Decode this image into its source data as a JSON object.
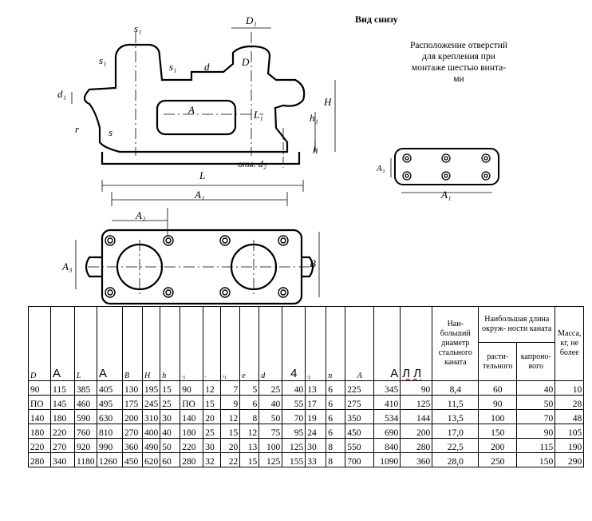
{
  "title_view": "Вид снизу",
  "caption_lines": [
    "Расположение отверстий",
    "для крепления при",
    "монтаже шестью винта-",
    "ми"
  ],
  "drawing_labels": {
    "s1_a": "s₁",
    "s1_b": "s₁",
    "s1_c": "s₁",
    "D1": "D₁",
    "D": "D",
    "d": "d",
    "d1": "d₁",
    "A": "A",
    "L1": "L₁",
    "H": "H",
    "h1": "h₁",
    "h": "h",
    "r": "r",
    "s": "s",
    "otv": "отв. d₂",
    "L": "L",
    "A1_top": "A₁",
    "A2": "A₂",
    "A3_left": "A₃",
    "B": "B",
    "A3_right": "A₃",
    "A1_right": "A₁"
  },
  "table": {
    "headers": {
      "D": "D",
      "A_big": "А",
      "L": "L",
      "A1": "А",
      "B": "В",
      "H": "Н",
      "h": "h",
      "c8": "ˢ1",
      "c9": "ˢ",
      "c10": "ʰ1",
      "e": "e",
      "d": "d",
      "c13": "4",
      "c14": "ˢ2",
      "n": "n",
      "A": "A",
      "AL": "А",
      "LL": "Л Л",
      "max_diam": "Наи- больший диаметр стального каната",
      "max_len": "Наибольшая длина окруж- ности каната",
      "plant": "расти- тельного",
      "kapron": "капроно- вого",
      "mass": "Масса, кг, не более"
    },
    "rows": [
      [
        "90",
        "115",
        "385",
        "405",
        "130",
        "195",
        "15",
        "90",
        "12",
        "7",
        "5",
        "25",
        "40",
        "13",
        "6",
        "225",
        "345",
        "90",
        "8,4",
        "60",
        "40",
        "10"
      ],
      [
        "ПО",
        "145",
        "460",
        "495",
        "175",
        "245",
        "25",
        "ПО",
        "15",
        "9",
        "6",
        "40",
        "55",
        "17",
        "6",
        "275",
        "410",
        "125",
        "11,5",
        "90",
        "50",
        "28"
      ],
      [
        "140",
        "180",
        "590",
        "630",
        "200",
        "310",
        "30",
        "140",
        "20",
        "12",
        "8",
        "50",
        "70",
        "19",
        "6",
        "350",
        "534",
        "144",
        "13,5",
        "100",
        "70",
        "48"
      ],
      [
        "180",
        "220",
        "760",
        "810",
        "270",
        "400",
        "40",
        "180",
        "25",
        "15",
        "12",
        "75",
        "95",
        "24",
        "6",
        "450",
        "690",
        "200",
        "17,0",
        "150",
        "90",
        "105"
      ],
      [
        "220",
        "270",
        "920",
        "990",
        "360",
        "490",
        "50",
        "220",
        "30",
        "20",
        "13",
        "100",
        "125",
        "30",
        "8",
        "550",
        "840",
        "280",
        "22,5",
        "200",
        "115",
        "190"
      ],
      [
        "280",
        "340",
        "1180",
        "1260",
        "450",
        "620",
        "60",
        "280",
        "32",
        "22",
        "15",
        "125",
        "155",
        "33",
        "8",
        "700",
        "1090",
        "360",
        "28,0",
        "250",
        "150",
        "290"
      ]
    ]
  }
}
